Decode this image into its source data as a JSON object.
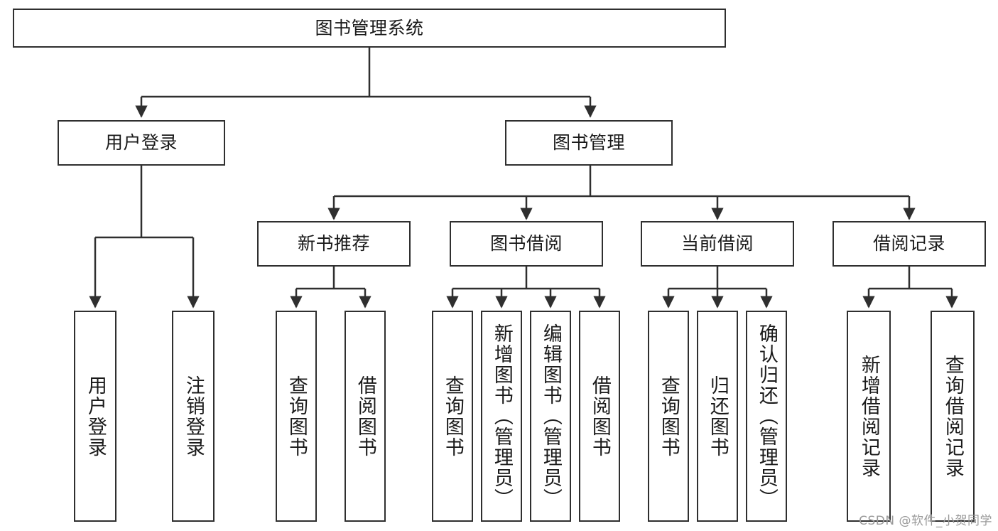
{
  "diagram": {
    "title": "图书管理系统",
    "watermark": "CSDN @软件_小贺同学",
    "line_color": "#2f2f2f",
    "box_fill": "#ffffff",
    "text_color": "#1a1a1a",
    "watermark_color": "#9a9a9a"
  },
  "nodes": {
    "root": {
      "label": "图书管理系统"
    },
    "level2": [
      {
        "label": "用户登录"
      },
      {
        "label": "图书管理"
      }
    ],
    "level3": [
      {
        "label": "新书推荐"
      },
      {
        "label": "图书借阅"
      },
      {
        "label": "当前借阅"
      },
      {
        "label": "借阅记录"
      }
    ],
    "leaves": {
      "user_login": [
        {
          "label": "用户登录"
        },
        {
          "label": "注销登录"
        }
      ],
      "new_book_recommend": [
        {
          "label": "查询图书"
        },
        {
          "label": "借阅图书"
        }
      ],
      "book_borrow": [
        {
          "label": "查询图书"
        },
        {
          "label": "新增图书（管理员）"
        },
        {
          "label": "编辑图书（管理员）"
        },
        {
          "label": "借阅图书"
        }
      ],
      "current_borrow": [
        {
          "label": "查询图书"
        },
        {
          "label": "归还图书"
        },
        {
          "label": "确认归还（管理员）"
        }
      ],
      "borrow_record": [
        {
          "label": "新增借阅记录"
        },
        {
          "label": "查询借阅记录"
        }
      ]
    }
  }
}
